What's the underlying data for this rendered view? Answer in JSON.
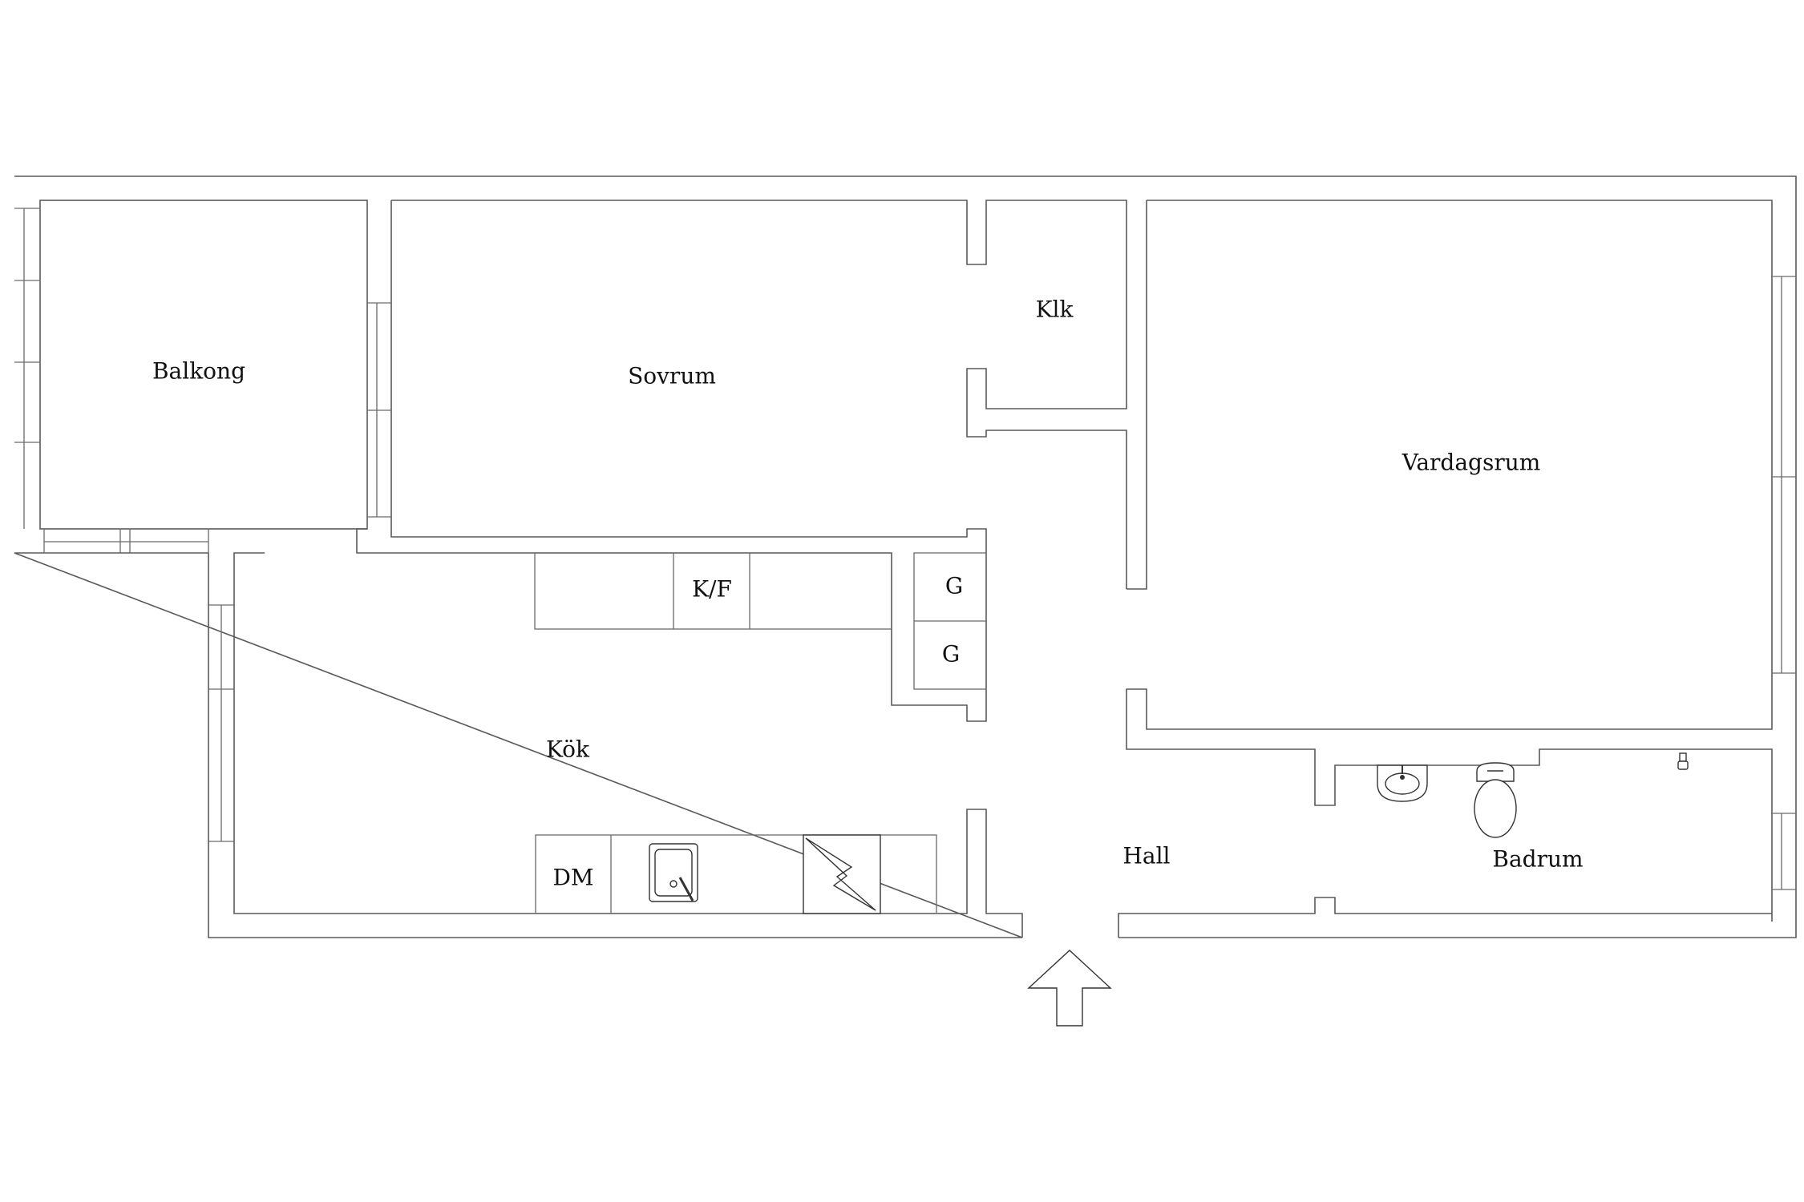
{
  "rooms": {
    "balkong": "Balkong",
    "sovrum": "Sovrum",
    "klk": "Klk",
    "vardagsrum": "Vardagsrum",
    "kok": "Kök",
    "hall": "Hall",
    "badrum": "Badrum"
  },
  "fixtures": {
    "kf": "K/F",
    "g1": "G",
    "g2": "G",
    "dm": "DM"
  }
}
